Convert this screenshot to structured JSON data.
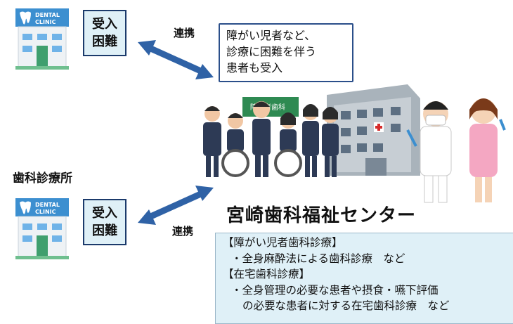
{
  "clinics": [
    {
      "sign": [
        "DENTAL",
        "CLINIC"
      ],
      "box": [
        "受入",
        "困難"
      ],
      "link": "連携"
    },
    {
      "sign": [
        "DENTAL",
        "CLINIC"
      ],
      "box": [
        "受入",
        "困難"
      ],
      "link": "連携"
    }
  ],
  "clinic_group_label": "歯科診療所",
  "speech_bubble": [
    "障がい児者など、",
    "診療に困難を伴う",
    "患者も受入"
  ],
  "board_text": "障害者歯科",
  "center_title": "宮崎歯科福祉センター",
  "services": [
    {
      "heading": "【障がい児者歯科診療】",
      "lines": [
        "・全身麻酔法による歯科診療　など"
      ]
    },
    {
      "heading": "【在宅歯科診療】",
      "lines": [
        "・全身管理の必要な患者や摂食・嚥下評価",
        "の必要な患者に対する在宅歯科診療　など"
      ]
    }
  ],
  "colors": {
    "arrow": "#2f62a6",
    "box_fill": "#dff0f7",
    "box_border": "#1b3a6b",
    "clinic_green": "#3f9f6e",
    "clinic_blue": "#3c8fd0"
  }
}
